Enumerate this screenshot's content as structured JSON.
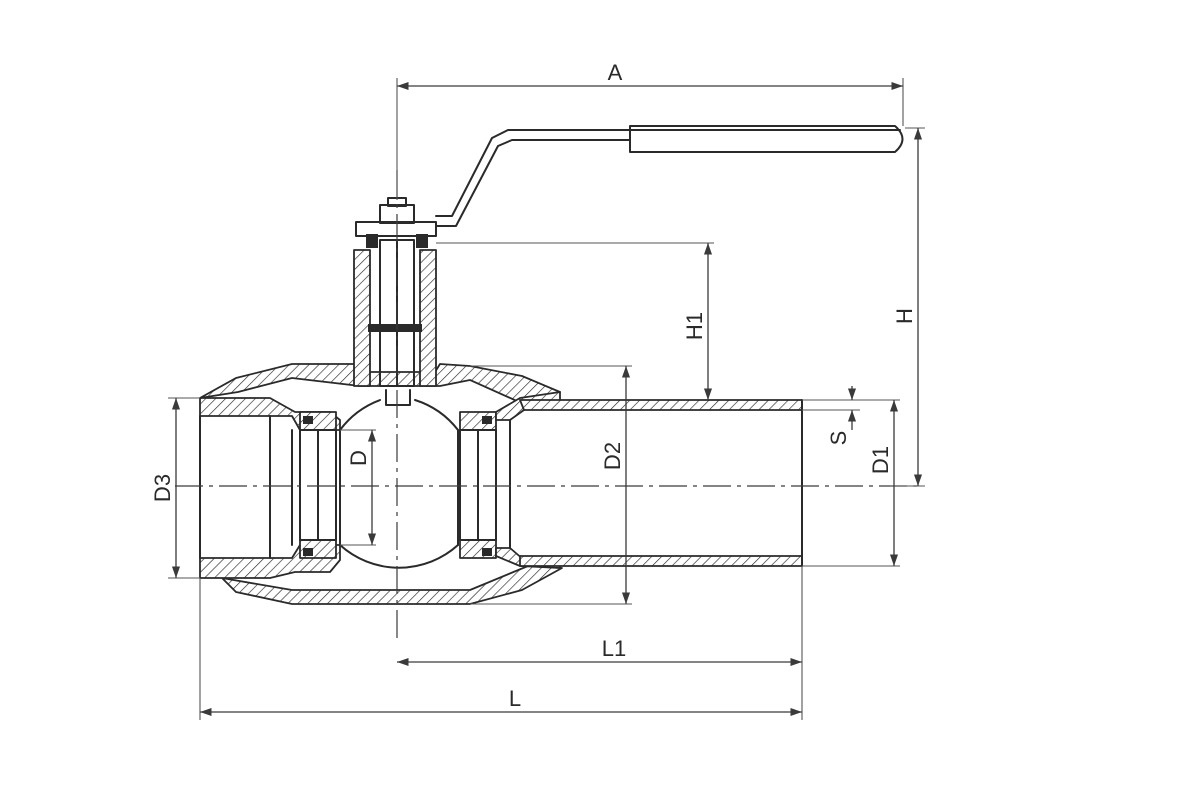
{
  "dimensions": {
    "A": "A",
    "H": "H",
    "H1": "H1",
    "D": "D",
    "D1": "D1",
    "D2": "D2",
    "D3": "D3",
    "S": "S",
    "L": "L",
    "L1": "L1"
  },
  "colors": {
    "line": "#2a2a2a",
    "background": "#ffffff"
  }
}
